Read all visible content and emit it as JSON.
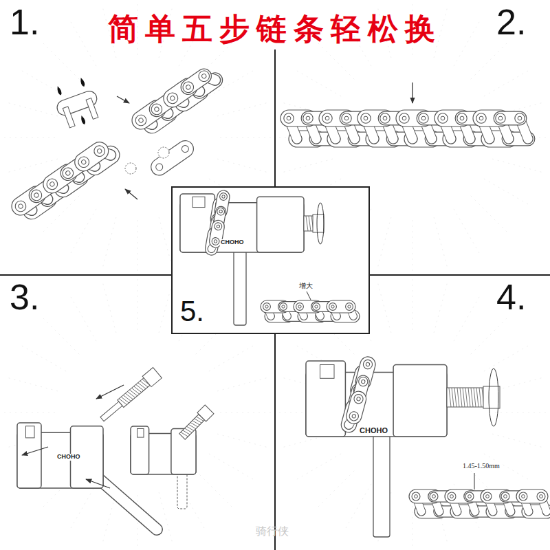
{
  "diagram": {
    "title": "简单五步链条轻松换",
    "labels": [
      "1.",
      "2.",
      "3.",
      "4.",
      "5.",
      "CHOHO",
      "CHOHO",
      "CHOHO",
      "1.45-1.50mm",
      "增大",
      "骑行侠"
    ]
  }
}
